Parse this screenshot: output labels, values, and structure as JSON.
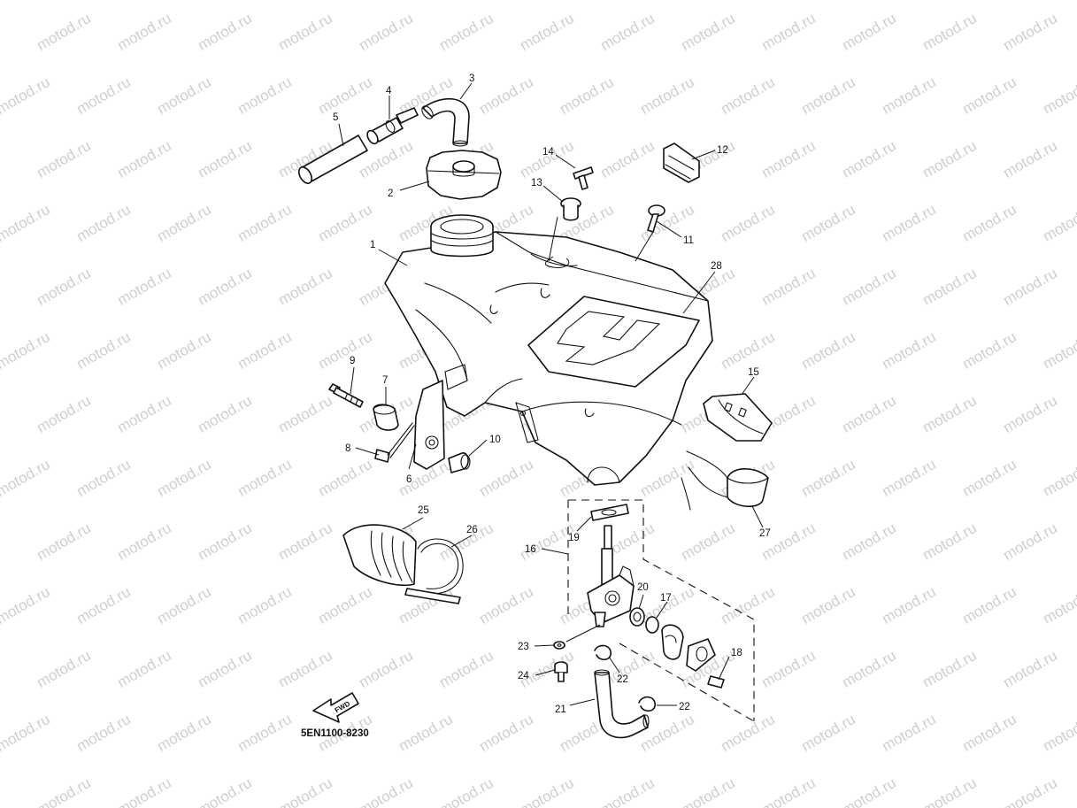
{
  "watermark": "motod.ru",
  "diagram_code": "5EN1100-8230",
  "fwd_label": "FWD",
  "callouts": [
    {
      "id": "p1",
      "label": "1"
    },
    {
      "id": "p2",
      "label": "2"
    },
    {
      "id": "p3",
      "label": "3"
    },
    {
      "id": "p4",
      "label": "4"
    },
    {
      "id": "p5",
      "label": "5"
    },
    {
      "id": "p6",
      "label": "6"
    },
    {
      "id": "p7",
      "label": "7"
    },
    {
      "id": "p8",
      "label": "8"
    },
    {
      "id": "p9",
      "label": "9"
    },
    {
      "id": "p10",
      "label": "10"
    },
    {
      "id": "p11",
      "label": "11"
    },
    {
      "id": "p12",
      "label": "12"
    },
    {
      "id": "p13",
      "label": "13"
    },
    {
      "id": "p14",
      "label": "14"
    },
    {
      "id": "p15",
      "label": "15"
    },
    {
      "id": "p16",
      "label": "16"
    },
    {
      "id": "p17",
      "label": "17"
    },
    {
      "id": "p18",
      "label": "18"
    },
    {
      "id": "p19",
      "label": "19"
    },
    {
      "id": "p20",
      "label": "20"
    },
    {
      "id": "p21",
      "label": "21"
    },
    {
      "id": "p22a",
      "label": "22"
    },
    {
      "id": "p22b",
      "label": "22"
    },
    {
      "id": "p23",
      "label": "23"
    },
    {
      "id": "p24",
      "label": "24"
    },
    {
      "id": "p25",
      "label": "25"
    },
    {
      "id": "p26",
      "label": "26"
    },
    {
      "id": "p27",
      "label": "27"
    },
    {
      "id": "p28",
      "label": "28"
    }
  ]
}
